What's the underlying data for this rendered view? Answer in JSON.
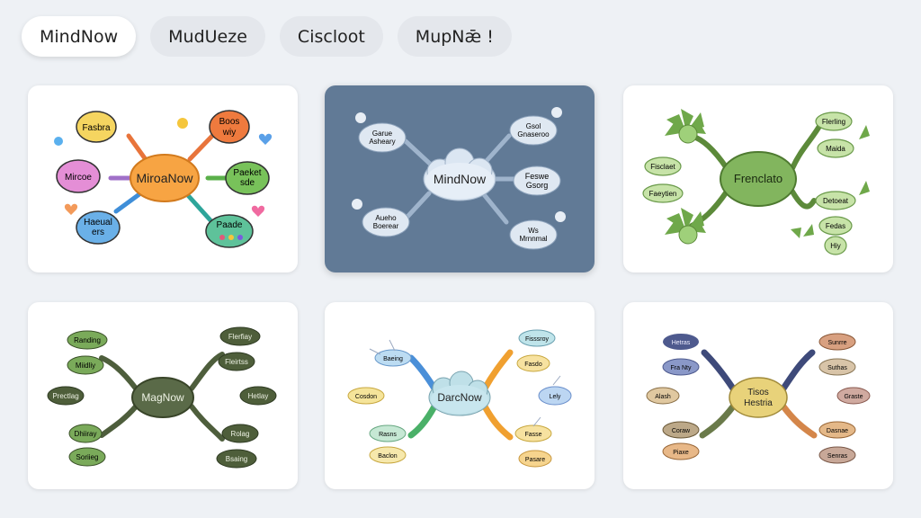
{
  "tabs": [
    {
      "label": "MindNow",
      "active": true
    },
    {
      "label": "MudUeze",
      "active": false
    },
    {
      "label": "Cisclоot",
      "active": false
    },
    {
      "label": "MupNǣ !",
      "active": false
    }
  ],
  "cards": [
    {
      "style": "colorful",
      "center": "MiroaNow",
      "nodes": [
        {
          "l1": "Fasbra",
          "l2": ""
        },
        {
          "l1": "Boos",
          "l2": "wiy"
        },
        {
          "l1": "Mircoe",
          "l2": ""
        },
        {
          "l1": "Paeket",
          "l2": "sde"
        },
        {
          "l1": "Haeual",
          "l2": "ers"
        },
        {
          "l1": "Paade",
          "l2": ""
        }
      ]
    },
    {
      "style": "clouds",
      "center": "MindNow",
      "nodes": [
        {
          "l1": "Garue",
          "l2": "Asheary"
        },
        {
          "l1": "Gsol",
          "l2": "Gnaseroo"
        },
        {
          "l1": "Feswe",
          "l2": "Gsorg"
        },
        {
          "l1": "Aueho",
          "l2": "Boerear"
        },
        {
          "l1": "Ws",
          "l2": "Mrnnmal"
        }
      ]
    },
    {
      "style": "leaf",
      "center": "Frenclato",
      "nodes": [
        {
          "l1": "Fisclaet",
          "l2": ""
        },
        {
          "l1": "Faeytien",
          "l2": ""
        },
        {
          "l1": "Flerling",
          "l2": ""
        },
        {
          "l1": "Maida",
          "l2": ""
        },
        {
          "l1": "Detoeat",
          "l2": ""
        },
        {
          "l1": "Fedas",
          "l2": ""
        },
        {
          "l1": "Hiy",
          "l2": ""
        }
      ]
    },
    {
      "style": "olive",
      "center": "MagNow",
      "nodes": [
        {
          "l1": "Randing",
          "l2": ""
        },
        {
          "l1": "Miidliy",
          "l2": ""
        },
        {
          "l1": "Prectlag",
          "l2": ""
        },
        {
          "l1": "Dhiiray",
          "l2": ""
        },
        {
          "l1": "Soriieg",
          "l2": ""
        },
        {
          "l1": "Flerfiay",
          "l2": ""
        },
        {
          "l1": "Fleirtss",
          "l2": ""
        },
        {
          "l1": "Hetlay",
          "l2": ""
        },
        {
          "l1": "Rolag",
          "l2": ""
        },
        {
          "l1": "Bsaing",
          "l2": ""
        }
      ]
    },
    {
      "style": "pastel",
      "center": "DarcNow",
      "nodes": [
        {
          "l1": "Baeing",
          "l2": ""
        },
        {
          "l1": "Cosdon",
          "l2": ""
        },
        {
          "l1": "Rasns",
          "l2": ""
        },
        {
          "l1": "Baclon",
          "l2": ""
        },
        {
          "l1": "Fisssroy",
          "l2": ""
        },
        {
          "l1": "Fasdo",
          "l2": ""
        },
        {
          "l1": "Lely",
          "l2": ""
        },
        {
          "l1": "Fasse",
          "l2": ""
        },
        {
          "l1": "Pasare",
          "l2": ""
        }
      ]
    },
    {
      "style": "muted",
      "center": "Tisos",
      "center2": "Hestria",
      "nodes": [
        {
          "l1": "Hetras",
          "l2": ""
        },
        {
          "l1": "Fra Nty",
          "l2": ""
        },
        {
          "l1": "Alash",
          "l2": ""
        },
        {
          "l1": "Coraw",
          "l2": ""
        },
        {
          "l1": "Piaxe",
          "l2": ""
        },
        {
          "l1": "Sunrre",
          "l2": ""
        },
        {
          "l1": "Suthas",
          "l2": ""
        },
        {
          "l1": "Graste",
          "l2": ""
        },
        {
          "l1": "Dasnae",
          "l2": ""
        },
        {
          "l1": "Senras",
          "l2": ""
        }
      ]
    }
  ]
}
